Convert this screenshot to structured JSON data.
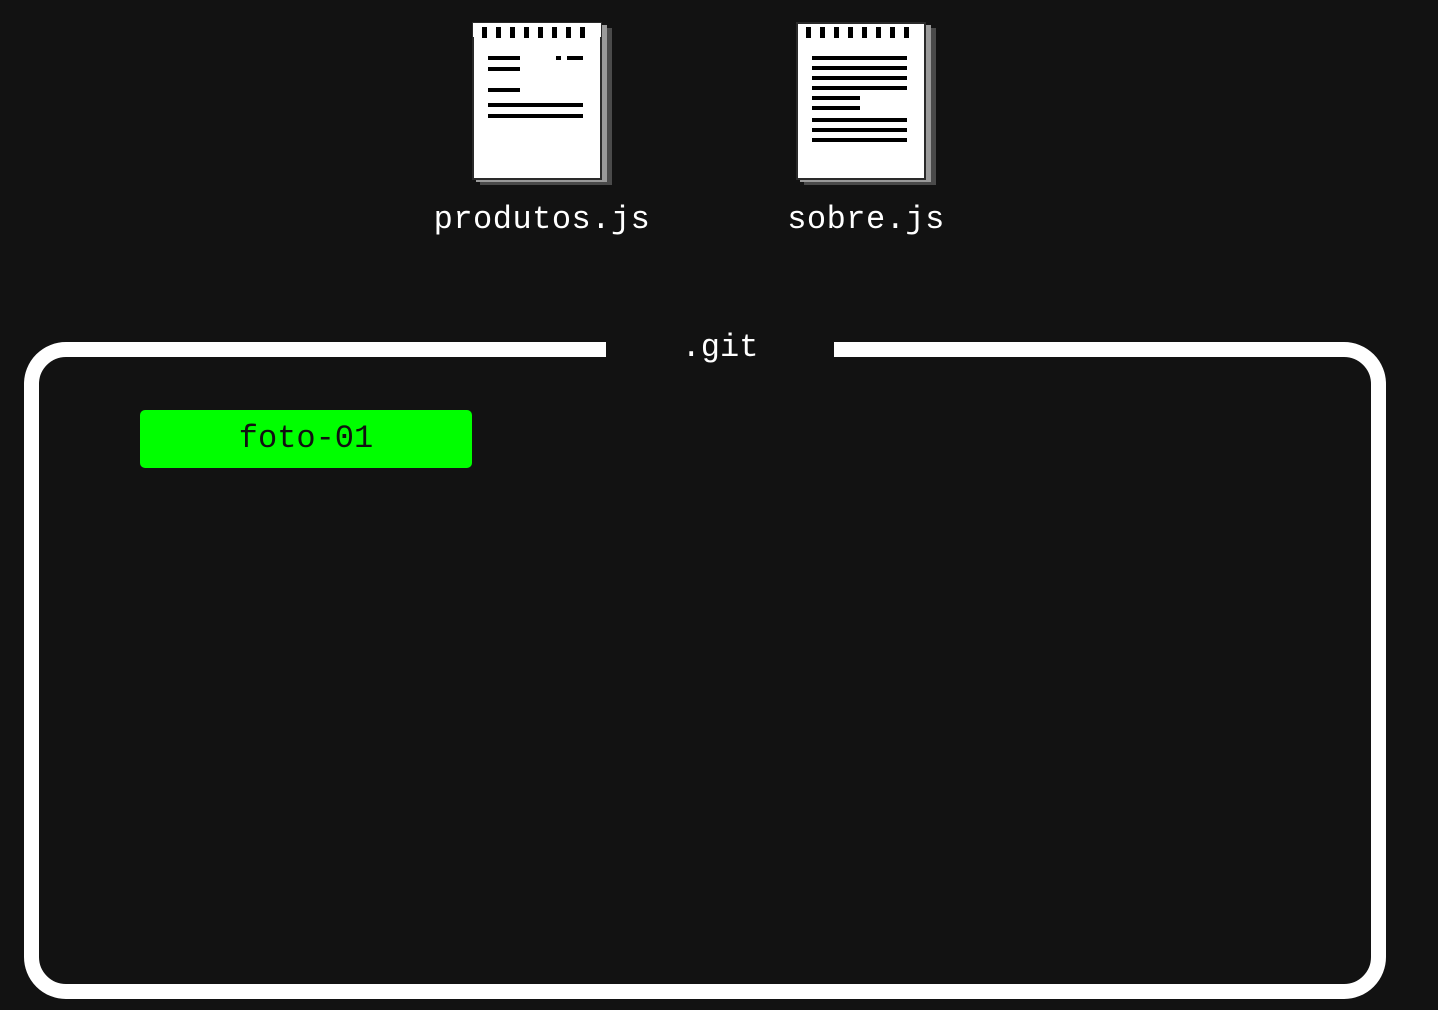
{
  "files": [
    {
      "name": "produtos.js",
      "icon": "notepad-icon"
    },
    {
      "name": "sobre.js",
      "icon": "notepad-icon"
    }
  ],
  "repository": {
    "label": ".git",
    "commits": [
      {
        "label": "foto-01",
        "color": "#00ff00"
      }
    ]
  },
  "colors": {
    "background": "#121212",
    "border": "#ffffff",
    "commit": "#00ff00"
  }
}
